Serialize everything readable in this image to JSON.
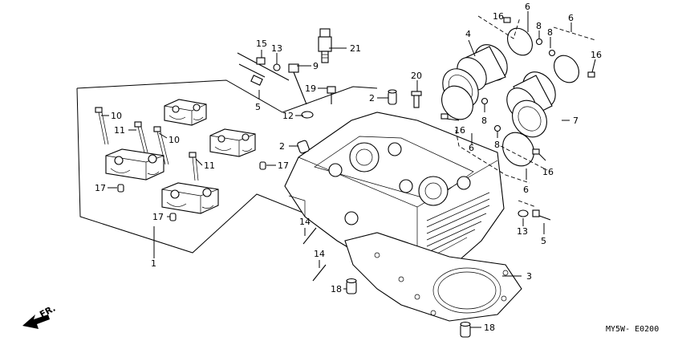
{
  "diagram": {
    "code": "MY5W- E0200",
    "direction_label": "FR.",
    "callouts": [
      {
        "id": "c-15",
        "text": "15"
      },
      {
        "id": "c-13a",
        "text": "13"
      },
      {
        "id": "c-9",
        "text": "9"
      },
      {
        "id": "c-21",
        "text": "21"
      },
      {
        "id": "c-5a",
        "text": "5"
      },
      {
        "id": "c-19",
        "text": "19"
      },
      {
        "id": "c-12",
        "text": "12"
      },
      {
        "id": "c-20",
        "text": "20"
      },
      {
        "id": "c-2a",
        "text": "2"
      },
      {
        "id": "c-2b",
        "text": "2"
      },
      {
        "id": "c-10a",
        "text": "10"
      },
      {
        "id": "c-11a",
        "text": "11"
      },
      {
        "id": "c-10b",
        "text": "10"
      },
      {
        "id": "c-11b",
        "text": "11"
      },
      {
        "id": "c-17a",
        "text": "17"
      },
      {
        "id": "c-17b",
        "text": "17"
      },
      {
        "id": "c-17c",
        "text": "17"
      },
      {
        "id": "c-1",
        "text": "1"
      },
      {
        "id": "c-14a",
        "text": "14"
      },
      {
        "id": "c-14b",
        "text": "14"
      },
      {
        "id": "c-18a",
        "text": "18"
      },
      {
        "id": "c-18b",
        "text": "18"
      },
      {
        "id": "c-3",
        "text": "3"
      },
      {
        "id": "c-4",
        "text": "4"
      },
      {
        "id": "c-16a",
        "text": "16"
      },
      {
        "id": "c-6a",
        "text": "6"
      },
      {
        "id": "c-8a",
        "text": "8"
      },
      {
        "id": "c-6b",
        "text": "6"
      },
      {
        "id": "c-8b",
        "text": "8"
      },
      {
        "id": "c-16b",
        "text": "16"
      },
      {
        "id": "c-16c",
        "text": "16"
      },
      {
        "id": "c-8c",
        "text": "8"
      },
      {
        "id": "c-6c",
        "text": "6"
      },
      {
        "id": "c-7",
        "text": "7"
      },
      {
        "id": "c-8d",
        "text": "8"
      },
      {
        "id": "c-16d",
        "text": "16"
      },
      {
        "id": "c-6d",
        "text": "6"
      },
      {
        "id": "c-13b",
        "text": "13"
      },
      {
        "id": "c-5b",
        "text": "5"
      }
    ]
  }
}
